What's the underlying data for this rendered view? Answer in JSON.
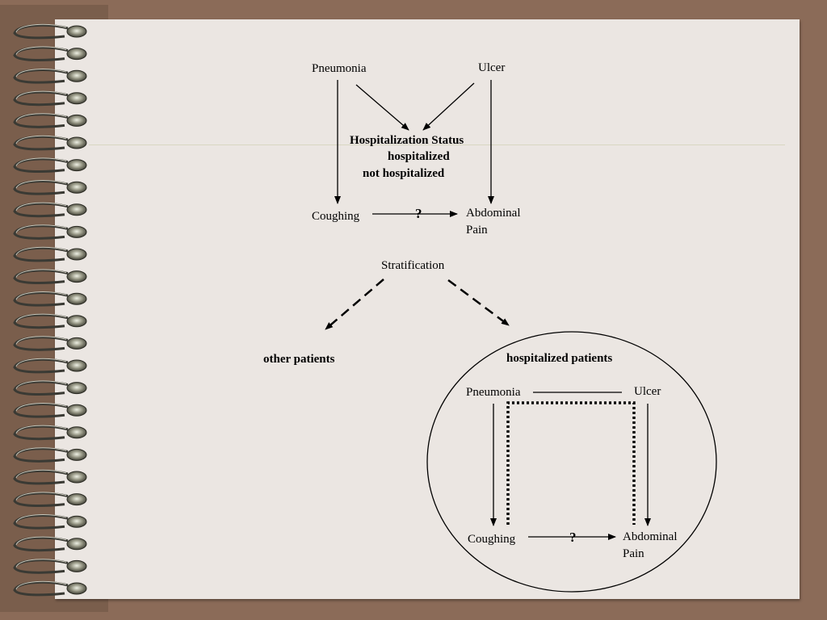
{
  "top": {
    "pneumonia": "Pneumonia",
    "ulcer": "Ulcer",
    "hosp_status_title": "Hospitalization Status",
    "hosp_option_1": "hospitalized",
    "hosp_option_2": "not hospitalized",
    "coughing": "Coughing",
    "question": "?",
    "abdominal_line1": "Abdominal",
    "abdominal_line2": "Pain"
  },
  "stratification": {
    "label": "Stratification",
    "left_group": "other patients",
    "right_group": "hospitalized patients"
  },
  "circle": {
    "pneumonia": "Pneumonia",
    "ulcer": "Ulcer",
    "coughing": "Coughing",
    "question": "?",
    "abdominal_line1": "Abdominal",
    "abdominal_line2": "Pain"
  },
  "colors": {
    "background": "#8b6b58",
    "page": "#ebe6e2",
    "ink": "#000000"
  }
}
